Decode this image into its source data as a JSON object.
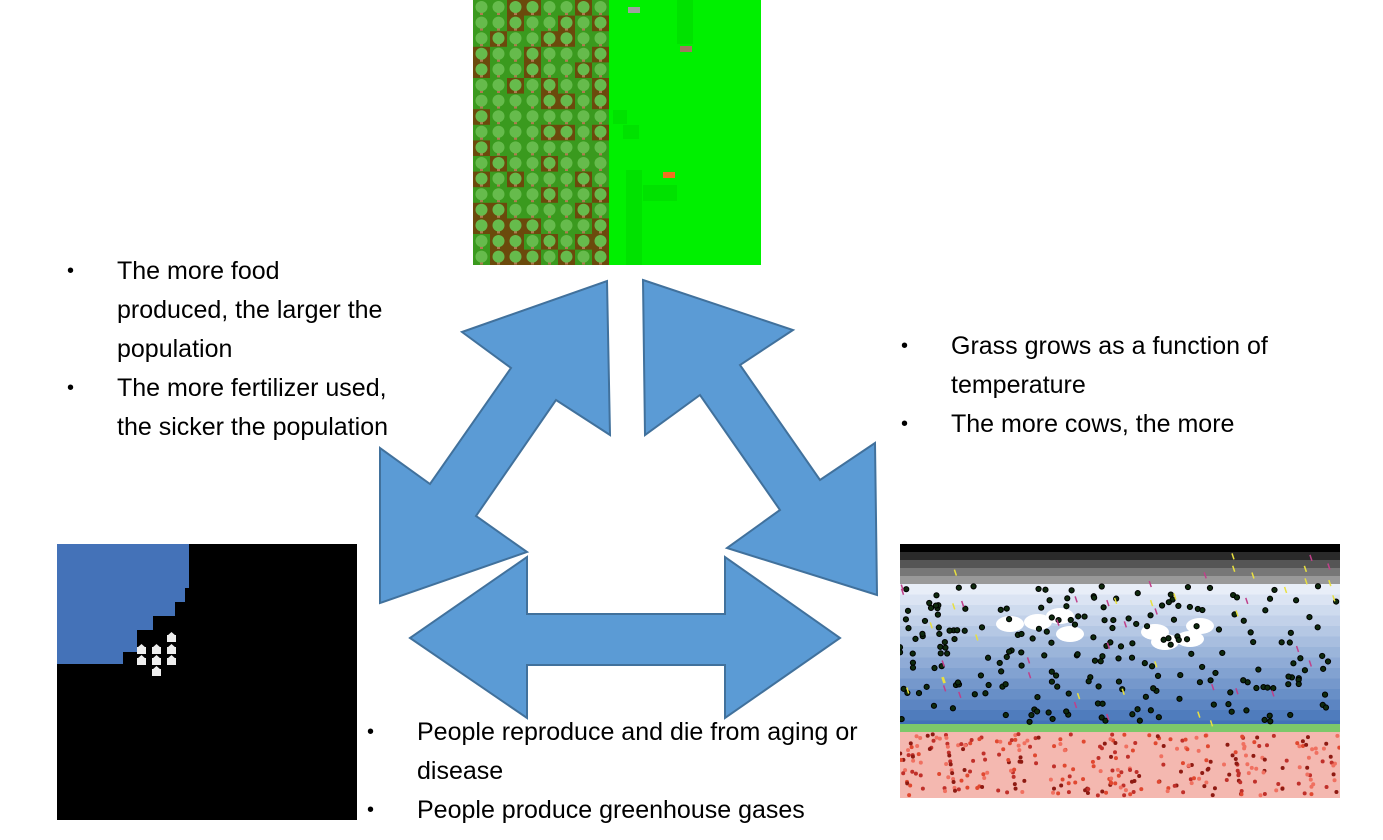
{
  "panels": {
    "farm_model": "farm-land-simulation",
    "population_model": "population-simulation",
    "climate_model": "climate-simulation"
  },
  "left_notes": {
    "items": [
      "The more food produced, the larger the population",
      "The more fertilizer used, the sicker the population"
    ]
  },
  "right_notes": {
    "items": [
      "Grass grows as a function of temperature",
      "The more cows, the more"
    ]
  },
  "bottom_notes": {
    "items": [
      "People reproduce and die from aging or disease",
      "People produce greenhouse gases"
    ]
  },
  "colors": {
    "arrow_fill": "#5b9bd5",
    "arrow_stroke": "#41719c",
    "grass": "#00f000",
    "water": "#4472b8"
  }
}
